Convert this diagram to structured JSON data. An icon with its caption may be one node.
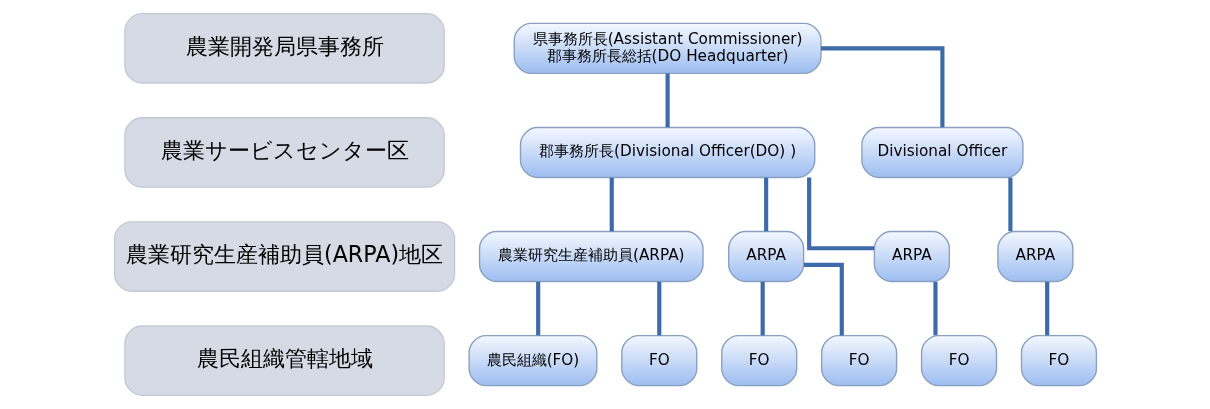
{
  "diagram": {
    "nodes": [
      {
        "text": [
          "農業開発局県事務所"
        ]
      },
      {
        "text": [
          "農業サービスセンター区"
        ]
      },
      {
        "text": [
          "農業研究生産補助員(ARPA)地区"
        ]
      },
      {
        "text": [
          "農民組織管轄地域"
        ]
      },
      {
        "text": [
          "県事務所長(Assistant Commissioner)",
          "郡事務所長総括(DO Headquarter)"
        ]
      },
      {
        "text": [
          "郡事務所長(Divisional Officer(DO) )"
        ]
      },
      {
        "text": [
          "Divisional Officer"
        ]
      },
      {
        "text": [
          "農業研究生産補助員(ARPA)"
        ]
      },
      {
        "text": [
          "ARPA"
        ]
      },
      {
        "text": [
          "ARPA"
        ]
      },
      {
        "text": [
          "ARPA"
        ]
      },
      {
        "text": [
          "農民組織(FO)"
        ]
      },
      {
        "text": [
          "FO"
        ]
      },
      {
        "text": [
          "FO"
        ]
      },
      {
        "text": [
          "FO"
        ]
      },
      {
        "text": [
          "FO"
        ]
      },
      {
        "text": [
          "FO"
        ]
      }
    ],
    "edges": [
      {
        "from": 4,
        "to": 5,
        "arrow": "none"
      },
      {
        "from": 4,
        "to": 6,
        "arrow": "none"
      },
      {
        "from": 5,
        "to": 7,
        "arrow": "none"
      },
      {
        "from": 5,
        "to": 8,
        "arrow": "none"
      },
      {
        "from": 5,
        "to": 9,
        "arrow": "none"
      },
      {
        "from": 6,
        "to": 10,
        "arrow": "none"
      },
      {
        "from": 7,
        "to": 11,
        "arrow": "none"
      },
      {
        "from": 7,
        "to": 12,
        "arrow": "none"
      },
      {
        "from": 8,
        "to": 13,
        "arrow": "none"
      },
      {
        "from": 8,
        "to": 14,
        "arrow": "none"
      },
      {
        "from": 9,
        "to": 15,
        "arrow": "none"
      },
      {
        "from": 10,
        "to": 16,
        "arrow": "none"
      }
    ]
  }
}
